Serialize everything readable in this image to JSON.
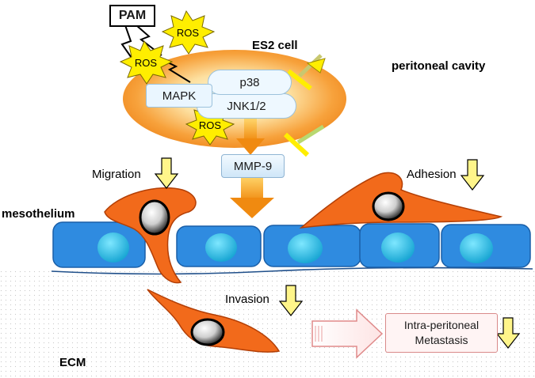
{
  "stimulus": "PAM",
  "ros_label": "ROS",
  "cell_name": "ES2 cell",
  "region_top": "peritoneal cavity",
  "layer": "mesothelium",
  "region_bottom": "ECM",
  "kinase_group": "MAPK",
  "kinases": [
    "p38",
    "JNK1/2"
  ],
  "protease": "MMP-9",
  "process_migration": "Migration",
  "process_adhesion": "Adhesion",
  "process_invasion": "Invasion",
  "outcome_line1": "Intra-peritoneal",
  "outcome_line2": "Metastasis",
  "colors": {
    "cell_orange": "#f26a1b",
    "ellipse_core": "#fff8e0",
    "mesothelial_blue": "#2f8be0",
    "nucleus_cyan": "#25c6e6",
    "ros_yellow": "#ffee00",
    "down_arrow_yellow": "#fff58a",
    "outcome_border": "#d98a8a"
  },
  "icons": [
    "lightning-bolt-icon",
    "ros-starburst-icon",
    "inhibition-bar-icon",
    "down-arrow-icon",
    "block-arrow-icon"
  ]
}
